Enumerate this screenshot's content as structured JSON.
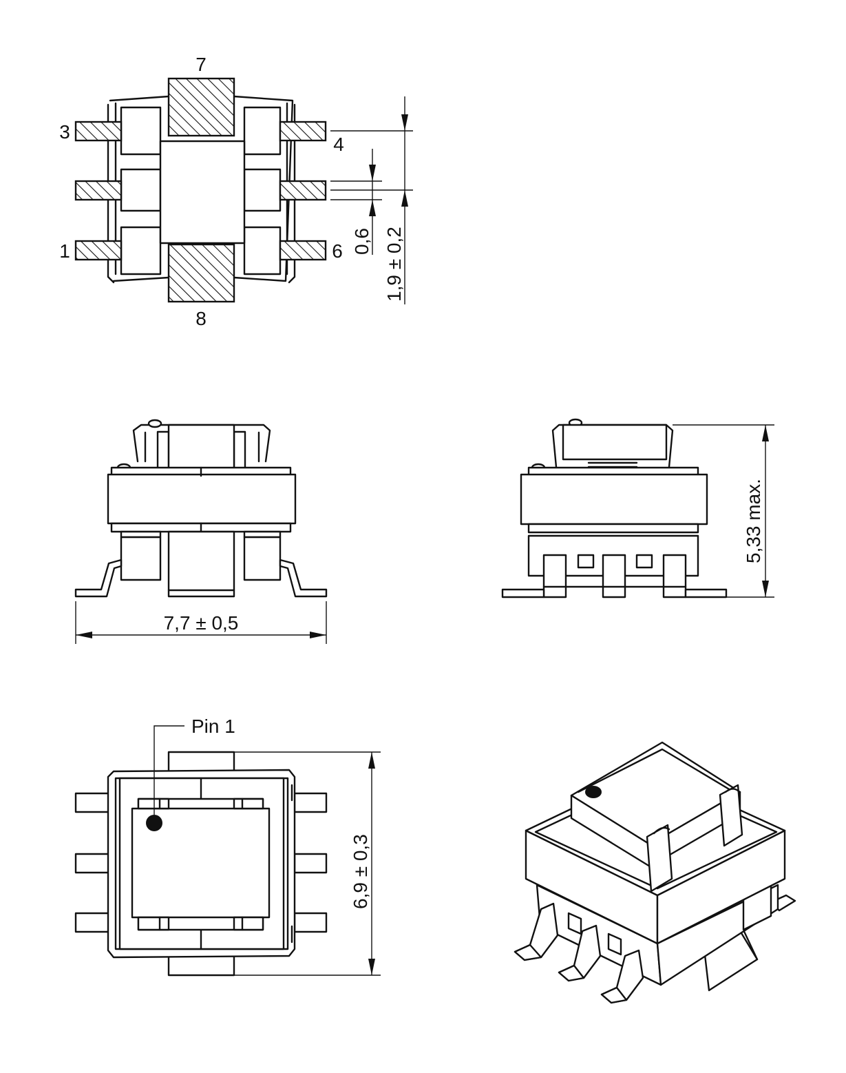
{
  "labels": {
    "pin_7": "7",
    "pin_3": "3",
    "pin_4": "4",
    "pin_1": "1",
    "pin_6": "6",
    "pin_8": "8",
    "pin1_marker": "Pin 1"
  },
  "dimensions": {
    "pad_width": "0,6",
    "pad_pitch": "1,9 ± 0,2",
    "total_width": "7,7 ± 0,5",
    "height_max": "5,33  max.",
    "body_length": "6,9 ± 0,3"
  }
}
